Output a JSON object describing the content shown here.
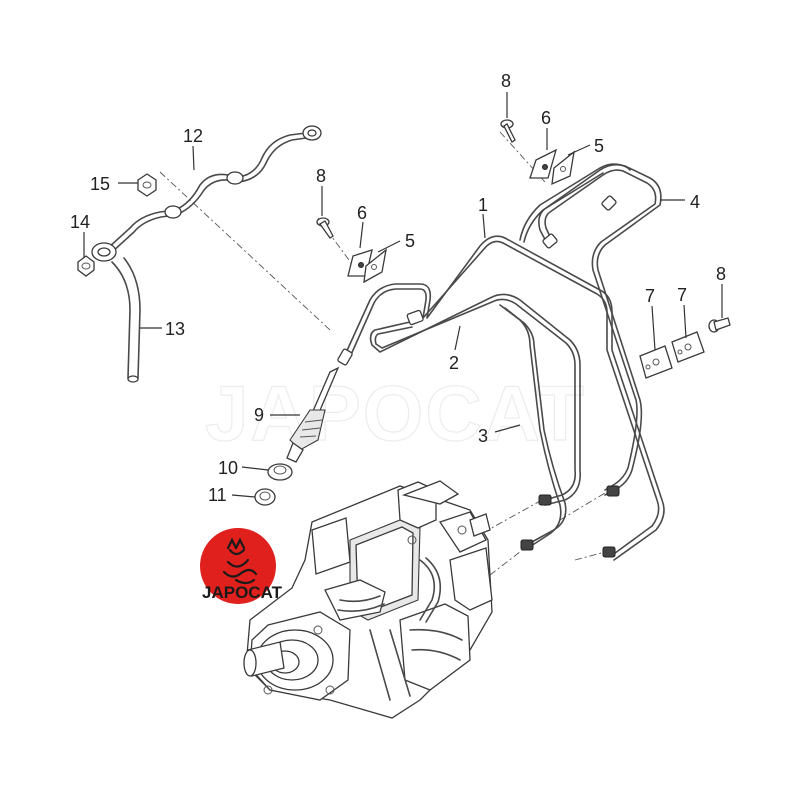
{
  "watermark": "JAPOCAT",
  "logo": {
    "text": "JAPOCAT",
    "color": "#e0201c"
  },
  "callouts": {
    "c1": "1",
    "c2": "2",
    "c3": "3",
    "c4": "4",
    "c5a": "5",
    "c5b": "5",
    "c6a": "6",
    "c6b": "6",
    "c7a": "7",
    "c7b": "7",
    "c8a": "8",
    "c8b": "8",
    "c8c": "8",
    "c9": "9",
    "c10": "10",
    "c11": "11",
    "c12": "12",
    "c13": "13",
    "c14": "14",
    "c15": "15"
  }
}
